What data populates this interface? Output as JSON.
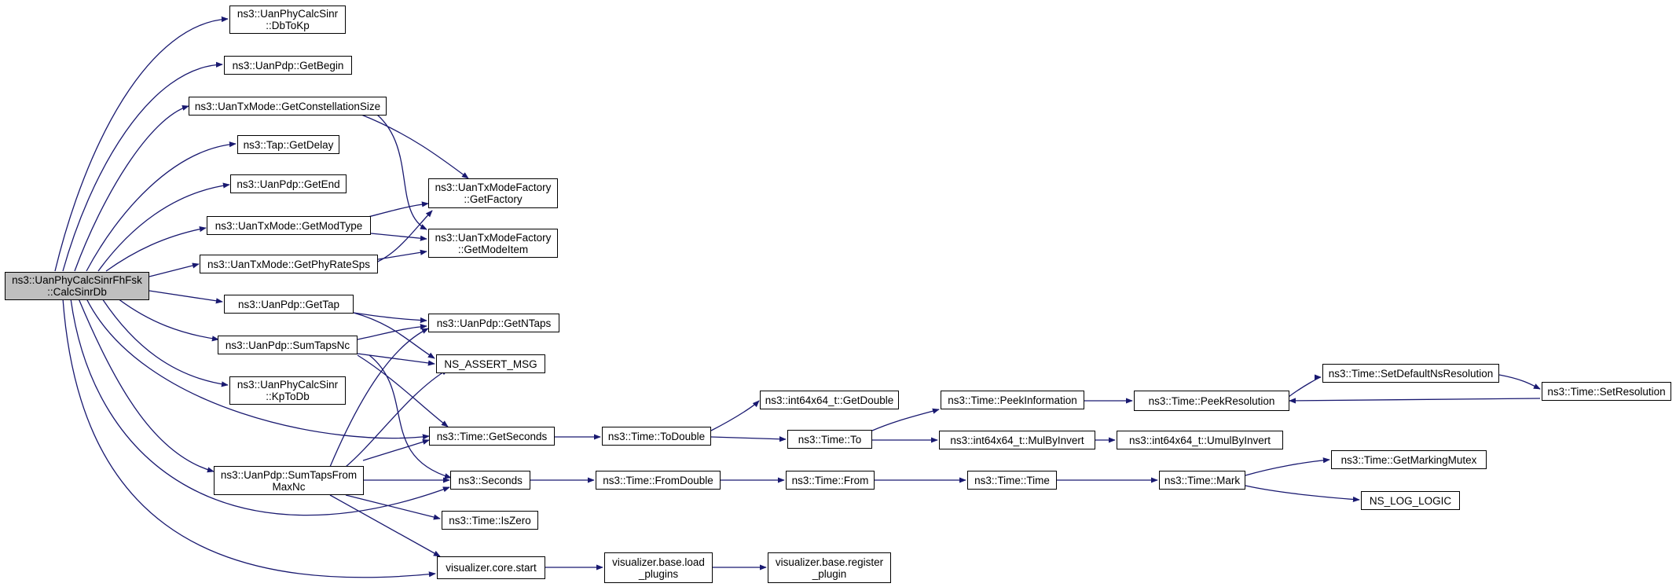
{
  "colors": {
    "edge": "#191970",
    "node_border": "#000000",
    "node_fill": "#ffffff",
    "root_fill": "#bfbfbf",
    "text": "#000000"
  },
  "nodes": {
    "root": {
      "l1": "ns3::UanPhyCalcSinrFhFsk",
      "l2": "::CalcSinrDb"
    },
    "dbtokp": {
      "l1": "ns3::UanPhyCalcSinr",
      "l2": "::DbToKp"
    },
    "pdp_getbegin": {
      "l1": "ns3::UanPdp::GetBegin"
    },
    "txmode_getconstellationsize": {
      "l1": "ns3::UanTxMode::GetConstellationSize"
    },
    "tap_getdelay": {
      "l1": "ns3::Tap::GetDelay"
    },
    "pdp_getend": {
      "l1": "ns3::UanPdp::GetEnd"
    },
    "txmode_getmodtype": {
      "l1": "ns3::UanTxMode::GetModType"
    },
    "txmode_getphyratesps": {
      "l1": "ns3::UanTxMode::GetPhyRateSps"
    },
    "pdp_gettap": {
      "l1": "ns3::UanPdp::GetTap"
    },
    "pdp_sumtapsnc": {
      "l1": "ns3::UanPdp::SumTapsNc"
    },
    "kptodb": {
      "l1": "ns3::UanPhyCalcSinr",
      "l2": "::KpToDb"
    },
    "pdp_sumtapsfrommaxnc": {
      "l1": "ns3::UanPdp::SumTapsFrom",
      "l2": "MaxNc"
    },
    "factory_getfactory": {
      "l1": "ns3::UanTxModeFactory",
      "l2": "::GetFactory"
    },
    "factory_getmodeitem": {
      "l1": "ns3::UanTxModeFactory",
      "l2": "::GetModeItem"
    },
    "pdp_getntaps": {
      "l1": "ns3::UanPdp::GetNTaps"
    },
    "ns_assert_msg": {
      "l1": "NS_ASSERT_MSG"
    },
    "time_getseconds": {
      "l1": "ns3::Time::GetSeconds"
    },
    "seconds": {
      "l1": "ns3::Seconds"
    },
    "time_iszero": {
      "l1": "ns3::Time::IsZero"
    },
    "viz_core_start": {
      "l1": "visualizer.core.start"
    },
    "time_todouble": {
      "l1": "ns3::Time::ToDouble"
    },
    "time_fromdouble": {
      "l1": "ns3::Time::FromDouble"
    },
    "viz_base_load_plugins": {
      "l1": "visualizer.base.load",
      "l2": "_plugins"
    },
    "int64_getdouble": {
      "l1": "ns3::int64x64_t::GetDouble"
    },
    "time_to": {
      "l1": "ns3::Time::To"
    },
    "time_from": {
      "l1": "ns3::Time::From"
    },
    "viz_base_register_plugin": {
      "l1": "visualizer.base.register",
      "l2": "_plugin"
    },
    "time_peekinformation": {
      "l1": "ns3::Time::PeekInformation"
    },
    "int64_mulbyinvert": {
      "l1": "ns3::int64x64_t::MulByInvert"
    },
    "time_time": {
      "l1": "ns3::Time::Time"
    },
    "time_peekresolution": {
      "l1": "ns3::Time::PeekResolution"
    },
    "int64_umulbyinvert": {
      "l1": "ns3::int64x64_t::UmulByInvert"
    },
    "time_mark": {
      "l1": "ns3::Time::Mark"
    },
    "time_setdefaultnsresolution": {
      "l1": "ns3::Time::SetDefaultNsResolution"
    },
    "time_setresolution": {
      "l1": "ns3::Time::SetResolution"
    },
    "time_getmarkingmutex": {
      "l1": "ns3::Time::GetMarkingMutex"
    },
    "ns_log_logic": {
      "l1": "NS_LOG_LOGIC"
    }
  }
}
